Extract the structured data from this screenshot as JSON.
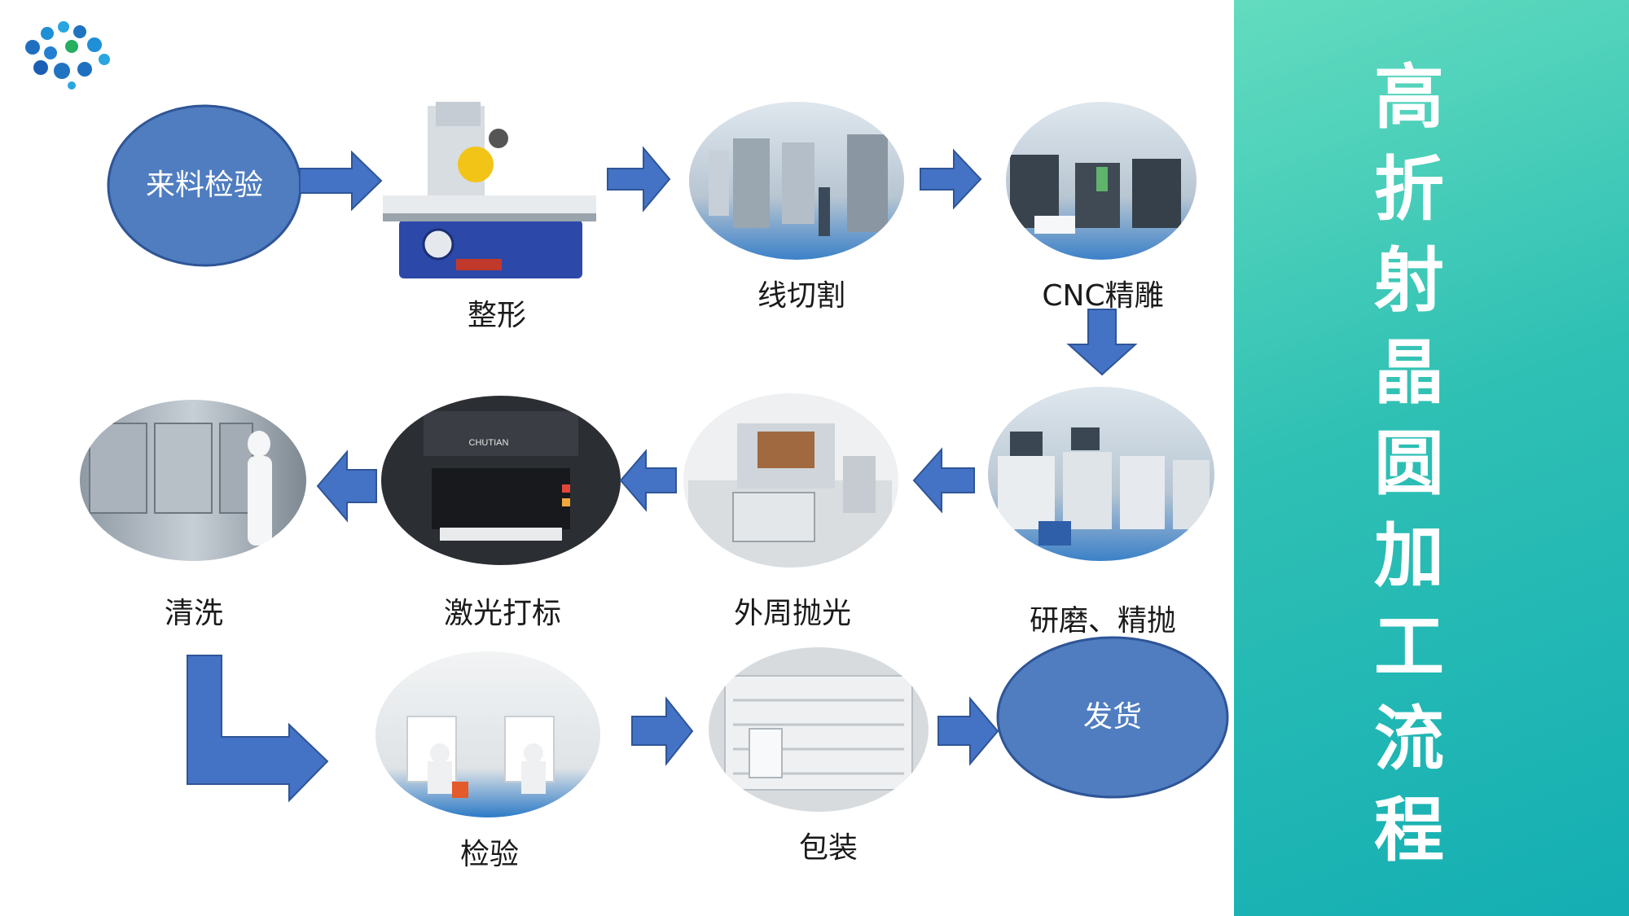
{
  "title_chars": [
    "高",
    "折",
    "射",
    "晶",
    "圆",
    "加",
    "工",
    "流",
    "程"
  ],
  "start_label": "来料检验",
  "end_label": "发货",
  "steps": {
    "shaping": "整形",
    "wire_cut": "线切割",
    "cnc": "CNC精雕",
    "grinding": "研磨、精抛",
    "edge_polish": "外周抛光",
    "laser_mark": "激光打标",
    "cleaning": "清洗",
    "inspection": "检验",
    "packaging": "包装"
  },
  "machine_brand_text": "CHUTIAN",
  "colors": {
    "oval_fill": "#4f7dc0",
    "oval_stroke": "#2f5597",
    "arrow_fill": "#4472c4",
    "arrow_stroke": "#2f5597",
    "sidebar_top": "#63dcbf",
    "sidebar_bottom": "#14aeb3"
  },
  "icons": {
    "logo": "company-logo-dots",
    "arrow": "flow-arrow-icon"
  }
}
